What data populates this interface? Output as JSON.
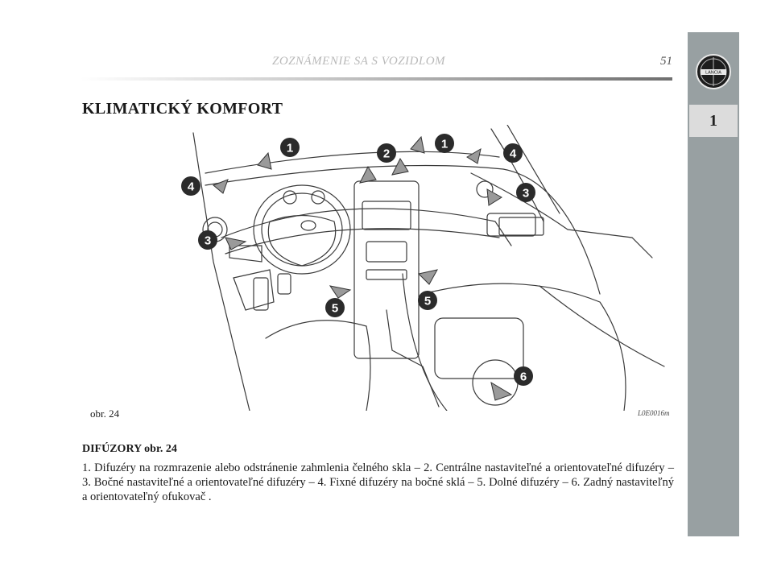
{
  "header": {
    "running_title": "ZOZNÁMENIE SA S VOZIDLOM",
    "page_number": "51"
  },
  "side": {
    "chapter_number": "1",
    "logo_text": "LANCIA"
  },
  "page_title": "KLIMATICKÝ KOMFORT",
  "figure": {
    "label": "obr. 24",
    "code": "L0E0016m",
    "callouts": [
      "1",
      "2",
      "1",
      "4",
      "4",
      "3",
      "3",
      "5",
      "5",
      "6"
    ]
  },
  "section": {
    "heading": "DIFÚZORY obr. 24",
    "text": "1. Difuzéry na rozmrazenie alebo odstránenie zahmlenia čelného skla – 2. Centrálne nastaviteľné a orientovateľné difuzéry – 3. Bočné nastaviteľné a orientovateľné difuzéry – 4. Fixné difuzéry na bočné sklá – 5. Dolné difuzéry – 6. Zadný nastaviteľný a orientovateľný ofukovač ."
  }
}
